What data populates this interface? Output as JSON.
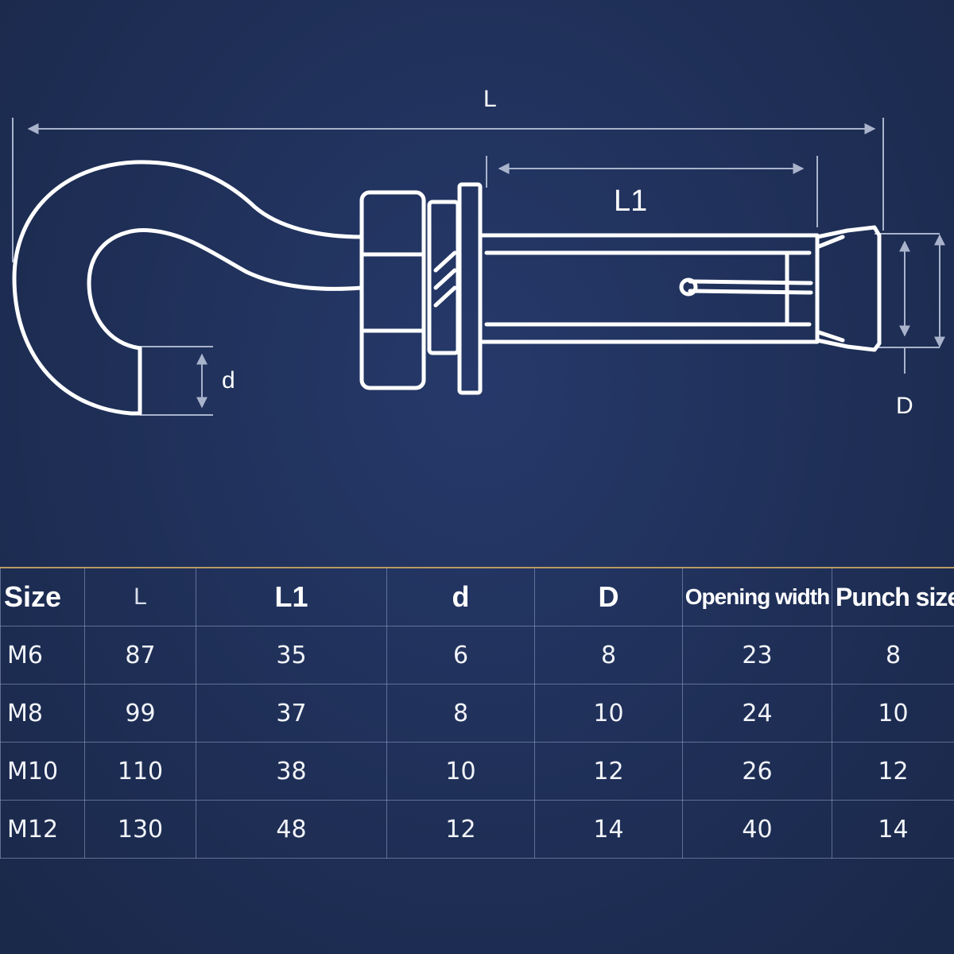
{
  "diagram": {
    "labels": {
      "L": "L",
      "L1": "L1",
      "d": "d",
      "D": "D"
    },
    "colors": {
      "background": "#1f2f55",
      "line": "#ffffff",
      "dimension": "#a9b3cc",
      "table_border": "#8f9cc0",
      "accent_rule": "#b89a63"
    }
  },
  "table": {
    "headers": [
      "Size",
      "L",
      "L1",
      "d",
      "D",
      "Opening width",
      "Punch size"
    ],
    "rows": [
      [
        "M6",
        "87",
        "35",
        "6",
        "8",
        "23",
        "8"
      ],
      [
        "M8",
        "99",
        "37",
        "8",
        "10",
        "24",
        "10"
      ],
      [
        "M10",
        "110",
        "38",
        "10",
        "12",
        "26",
        "12"
      ],
      [
        "M12",
        "130",
        "48",
        "12",
        "14",
        "40",
        "14"
      ]
    ]
  }
}
